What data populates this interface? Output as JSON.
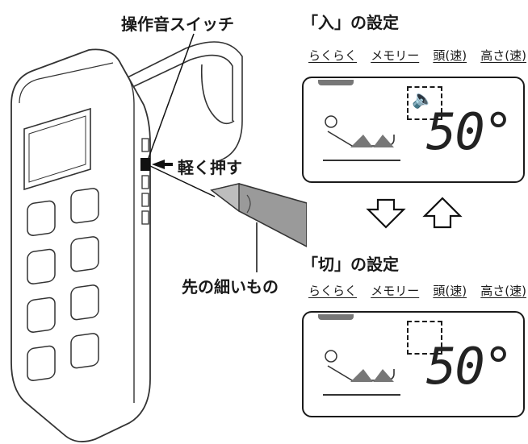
{
  "labels": {
    "sound_switch": "操作音スイッチ",
    "press_lightly": "軽く押す",
    "fine_tip": "先の細いもの",
    "setting_on": "「入」の設定",
    "setting_off": "「切」の設定"
  },
  "tabs": [
    "らくらく",
    "メモリー",
    "頭(速)",
    "高さ(速)"
  ],
  "display": {
    "angle": "50°",
    "speaker_icon": "speaker-icon"
  }
}
